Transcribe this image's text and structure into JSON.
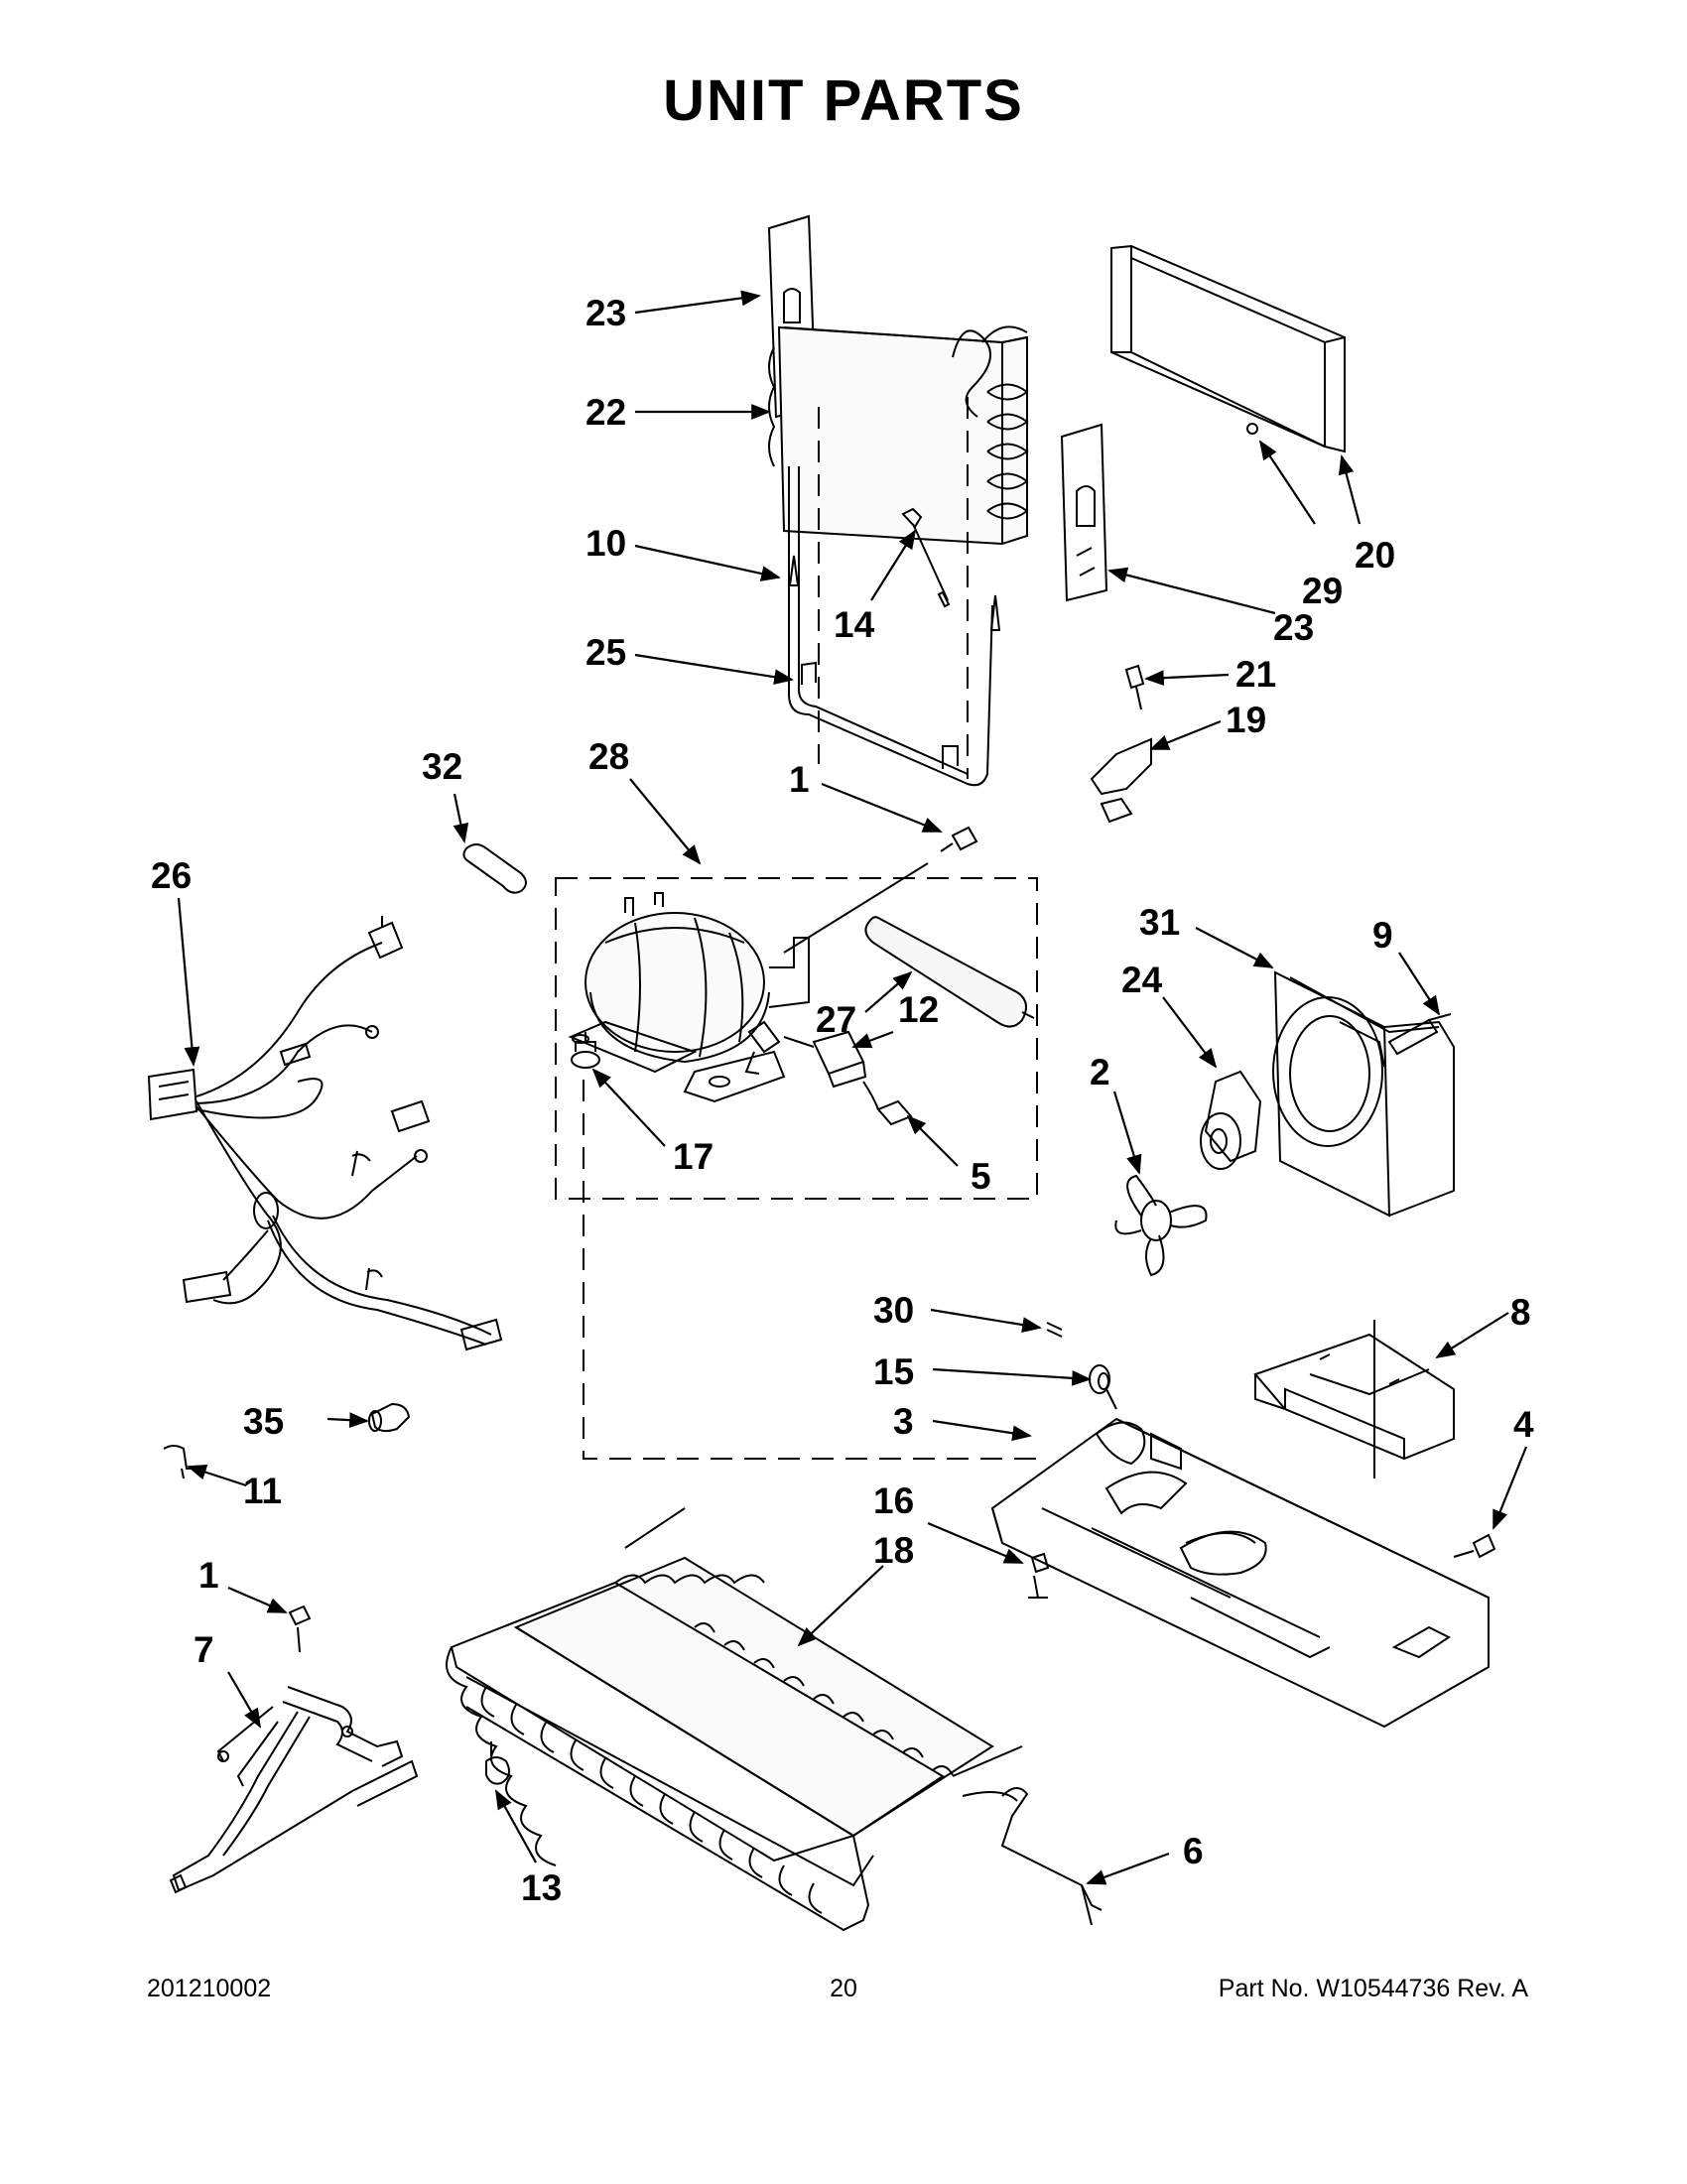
{
  "title": "UNIT PARTS",
  "footer": {
    "code": "201210002",
    "page_number": "20",
    "part_number": "Part No.  W10544736  Rev.  A"
  },
  "callouts": [
    {
      "id": "c23a",
      "label": "23"
    },
    {
      "id": "c22",
      "label": "22"
    },
    {
      "id": "c10",
      "label": "10"
    },
    {
      "id": "c14",
      "label": "14"
    },
    {
      "id": "c25",
      "label": "25"
    },
    {
      "id": "c20",
      "label": "20"
    },
    {
      "id": "c29",
      "label": "29"
    },
    {
      "id": "c23b",
      "label": "23"
    },
    {
      "id": "c21",
      "label": "21"
    },
    {
      "id": "c19",
      "label": "19"
    },
    {
      "id": "c32",
      "label": "32"
    },
    {
      "id": "c28",
      "label": "28"
    },
    {
      "id": "c1a",
      "label": "1"
    },
    {
      "id": "c26",
      "label": "26"
    },
    {
      "id": "c27",
      "label": "27"
    },
    {
      "id": "c12",
      "label": "12"
    },
    {
      "id": "c17",
      "label": "17"
    },
    {
      "id": "c5",
      "label": "5"
    },
    {
      "id": "c31",
      "label": "31"
    },
    {
      "id": "c9",
      "label": "9"
    },
    {
      "id": "c24",
      "label": "24"
    },
    {
      "id": "c2",
      "label": "2"
    },
    {
      "id": "c30",
      "label": "30"
    },
    {
      "id": "c8",
      "label": "8"
    },
    {
      "id": "c15",
      "label": "15"
    },
    {
      "id": "c3",
      "label": "3"
    },
    {
      "id": "c4",
      "label": "4"
    },
    {
      "id": "c35",
      "label": "35"
    },
    {
      "id": "c11",
      "label": "11"
    },
    {
      "id": "c16",
      "label": "16"
    },
    {
      "id": "c18",
      "label": "18"
    },
    {
      "id": "c1b",
      "label": "1"
    },
    {
      "id": "c7",
      "label": "7"
    },
    {
      "id": "c13",
      "label": "13"
    },
    {
      "id": "c6",
      "label": "6"
    }
  ]
}
